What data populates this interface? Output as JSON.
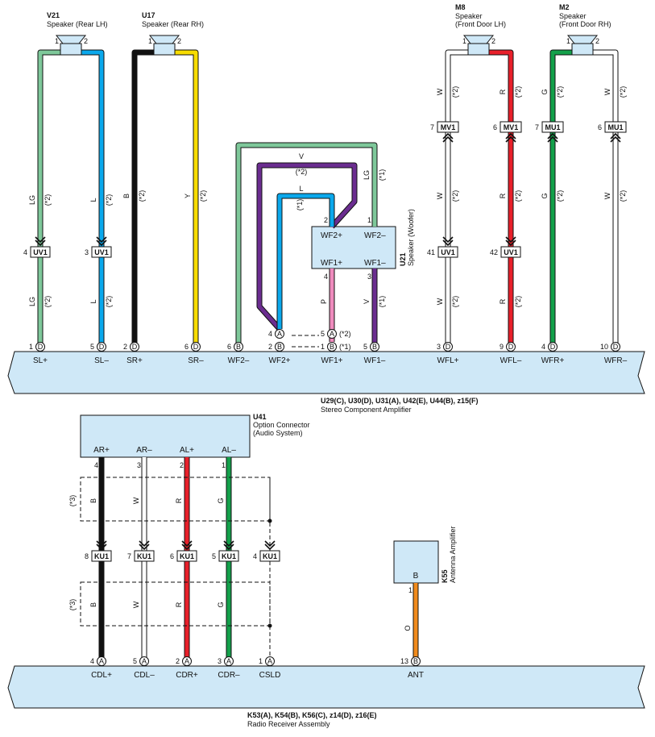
{
  "colors": {
    "LG": "#7ec89a",
    "L": "#0aa8ec",
    "B": "#111111",
    "Y": "#f7dc00",
    "W": "#ffffff",
    "R": "#e8202a",
    "G": "#13a04a",
    "V": "#6b2d90",
    "P": "#ef8bbd",
    "O": "#f08a1c",
    "panel": "#cfe8f7"
  },
  "components": {
    "v21": {
      "code": "V21",
      "name": "Speaker (Rear LH)"
    },
    "u17": {
      "code": "U17",
      "name": "Speaker (Rear RH)"
    },
    "m8": {
      "code": "M8",
      "name1": "Speaker",
      "name2": "(Front Door LH)"
    },
    "m2": {
      "code": "M2",
      "name1": "Speaker",
      "name2": "(Front Door RH)"
    },
    "u21": {
      "code": "U21",
      "name": "Speaker (Woofer)",
      "pins": {
        "wf2p": "WF2+",
        "wf2m": "WF2–",
        "wf1p": "WF1+",
        "wf1m": "WF1–"
      }
    },
    "amp": {
      "code": "U29(C), U30(D), U31(A), U42(E), U44(B), z15(F)",
      "name": "Stereo Component Amplifier"
    },
    "u41": {
      "code": "U41",
      "name1": "Option Connector",
      "name2": "(Audio System)",
      "pins": {
        "arp": "AR+",
        "arm": "AR–",
        "alp": "AL+",
        "alm": "AL–"
      }
    },
    "k55": {
      "code": "K55",
      "name": "Antenna Amplifier"
    },
    "radio": {
      "code": "K53(A), K54(B), K56(C), z14(D), z16(E)",
      "name": "Radio Receiver Assembly"
    }
  },
  "amp_terminals": [
    {
      "num": "1",
      "conn": "D",
      "label": "SL+"
    },
    {
      "num": "5",
      "conn": "D",
      "label": "SL–"
    },
    {
      "num": "2",
      "conn": "D",
      "label": "SR+"
    },
    {
      "num": "6",
      "conn": "D",
      "label": "SR–"
    },
    {
      "num": "6",
      "conn": "B",
      "label": "WF2–"
    },
    {
      "num": "4",
      "conn": "A",
      "label": "WF2+"
    },
    {
      "num": "2",
      "conn": "B",
      "label": ""
    },
    {
      "num": "5",
      "conn": "A",
      "label": "(*2)"
    },
    {
      "num": "1",
      "conn": "B",
      "label": "WF1+"
    },
    {
      "num": "5",
      "conn": "B",
      "label": "WF1–"
    },
    {
      "num": "3",
      "conn": "D",
      "label": "WFL+"
    },
    {
      "num": "9",
      "conn": "D",
      "label": "WFL–"
    },
    {
      "num": "4",
      "conn": "D",
      "label": "WFR+"
    },
    {
      "num": "10",
      "conn": "D",
      "label": "WFR–"
    }
  ],
  "radio_terminals": [
    {
      "num": "4",
      "conn": "A",
      "label": "CDL+"
    },
    {
      "num": "5",
      "conn": "A",
      "label": "CDL–"
    },
    {
      "num": "2",
      "conn": "A",
      "label": "CDR+"
    },
    {
      "num": "3",
      "conn": "A",
      "label": "CDR–"
    },
    {
      "num": "1",
      "conn": "A",
      "label": "CSLD"
    },
    {
      "num": "13",
      "conn": "B",
      "label": "ANT"
    }
  ],
  "connectors": [
    {
      "num": "4",
      "name": "UV1"
    },
    {
      "num": "3",
      "name": "UV1"
    },
    {
      "num": "41",
      "name": "UV1"
    },
    {
      "num": "42",
      "name": "UV1"
    },
    {
      "num": "7",
      "name": "MV1"
    },
    {
      "num": "6",
      "name": "MV1"
    },
    {
      "num": "7",
      "name": "MU1"
    },
    {
      "num": "6",
      "name": "MU1"
    },
    {
      "num": "8",
      "name": "KU1"
    },
    {
      "num": "7",
      "name": "KU1"
    },
    {
      "num": "6",
      "name": "KU1"
    },
    {
      "num": "5",
      "name": "KU1"
    },
    {
      "num": "4",
      "name": "KU1"
    }
  ],
  "pin_numbers": {
    "p1": "1",
    "p2": "2",
    "p3": "3",
    "p4": "4"
  },
  "wire_labels": {
    "LG": "LG",
    "L": "L",
    "B": "B",
    "Y": "Y",
    "W": "W",
    "R": "R",
    "G": "G",
    "V": "V",
    "P": "P",
    "O": "O",
    "n1": "(*1)",
    "n2": "(*2)",
    "n3": "(*3)",
    "k55pin": "B",
    "b1": "B",
    "b2": "B"
  }
}
